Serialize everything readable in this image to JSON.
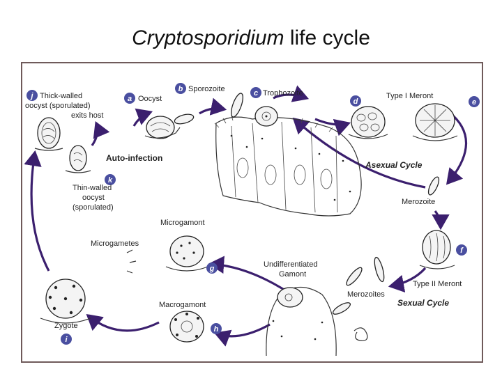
{
  "title": {
    "italic": "Cryptosporidium",
    "rest": " life cycle"
  },
  "labels": {
    "j_text_1": "Thick-walled",
    "j_text_2": "oocyst (sporulated)",
    "j_text_3": "exits host",
    "a_text": "Oocyst",
    "b_text": "Sporozoite",
    "c_text": "Trophozoite",
    "d_text": "Type I Meront",
    "auto_infection": "Auto-infection",
    "k_text_1": "Thin-walled",
    "k_text_2": "oocyst",
    "k_text_3": "(sporulated)",
    "asexual_cycle": "Asexual Cycle",
    "merozoite": "Merozoite",
    "microgamont": "Microgamont",
    "microgametes": "Microgametes",
    "undiff_1": "Undifferentiated",
    "undiff_2": "Gamont",
    "type2_meront": "Type II Meront",
    "merozoites": "Merozoites",
    "sexual_cycle": "Sexual Cycle",
    "macrogamont": "Macrogamont",
    "zygote": "Zygote"
  },
  "badges": {
    "a": "a",
    "b": "b",
    "c": "c",
    "d": "d",
    "e": "e",
    "f": "f",
    "g": "g",
    "h": "h",
    "i": "i",
    "j": "j",
    "k": "k"
  },
  "colors": {
    "arrow": "#3b1f6e",
    "badge": "#4a4fa0",
    "frame": "#6f5a5a"
  }
}
